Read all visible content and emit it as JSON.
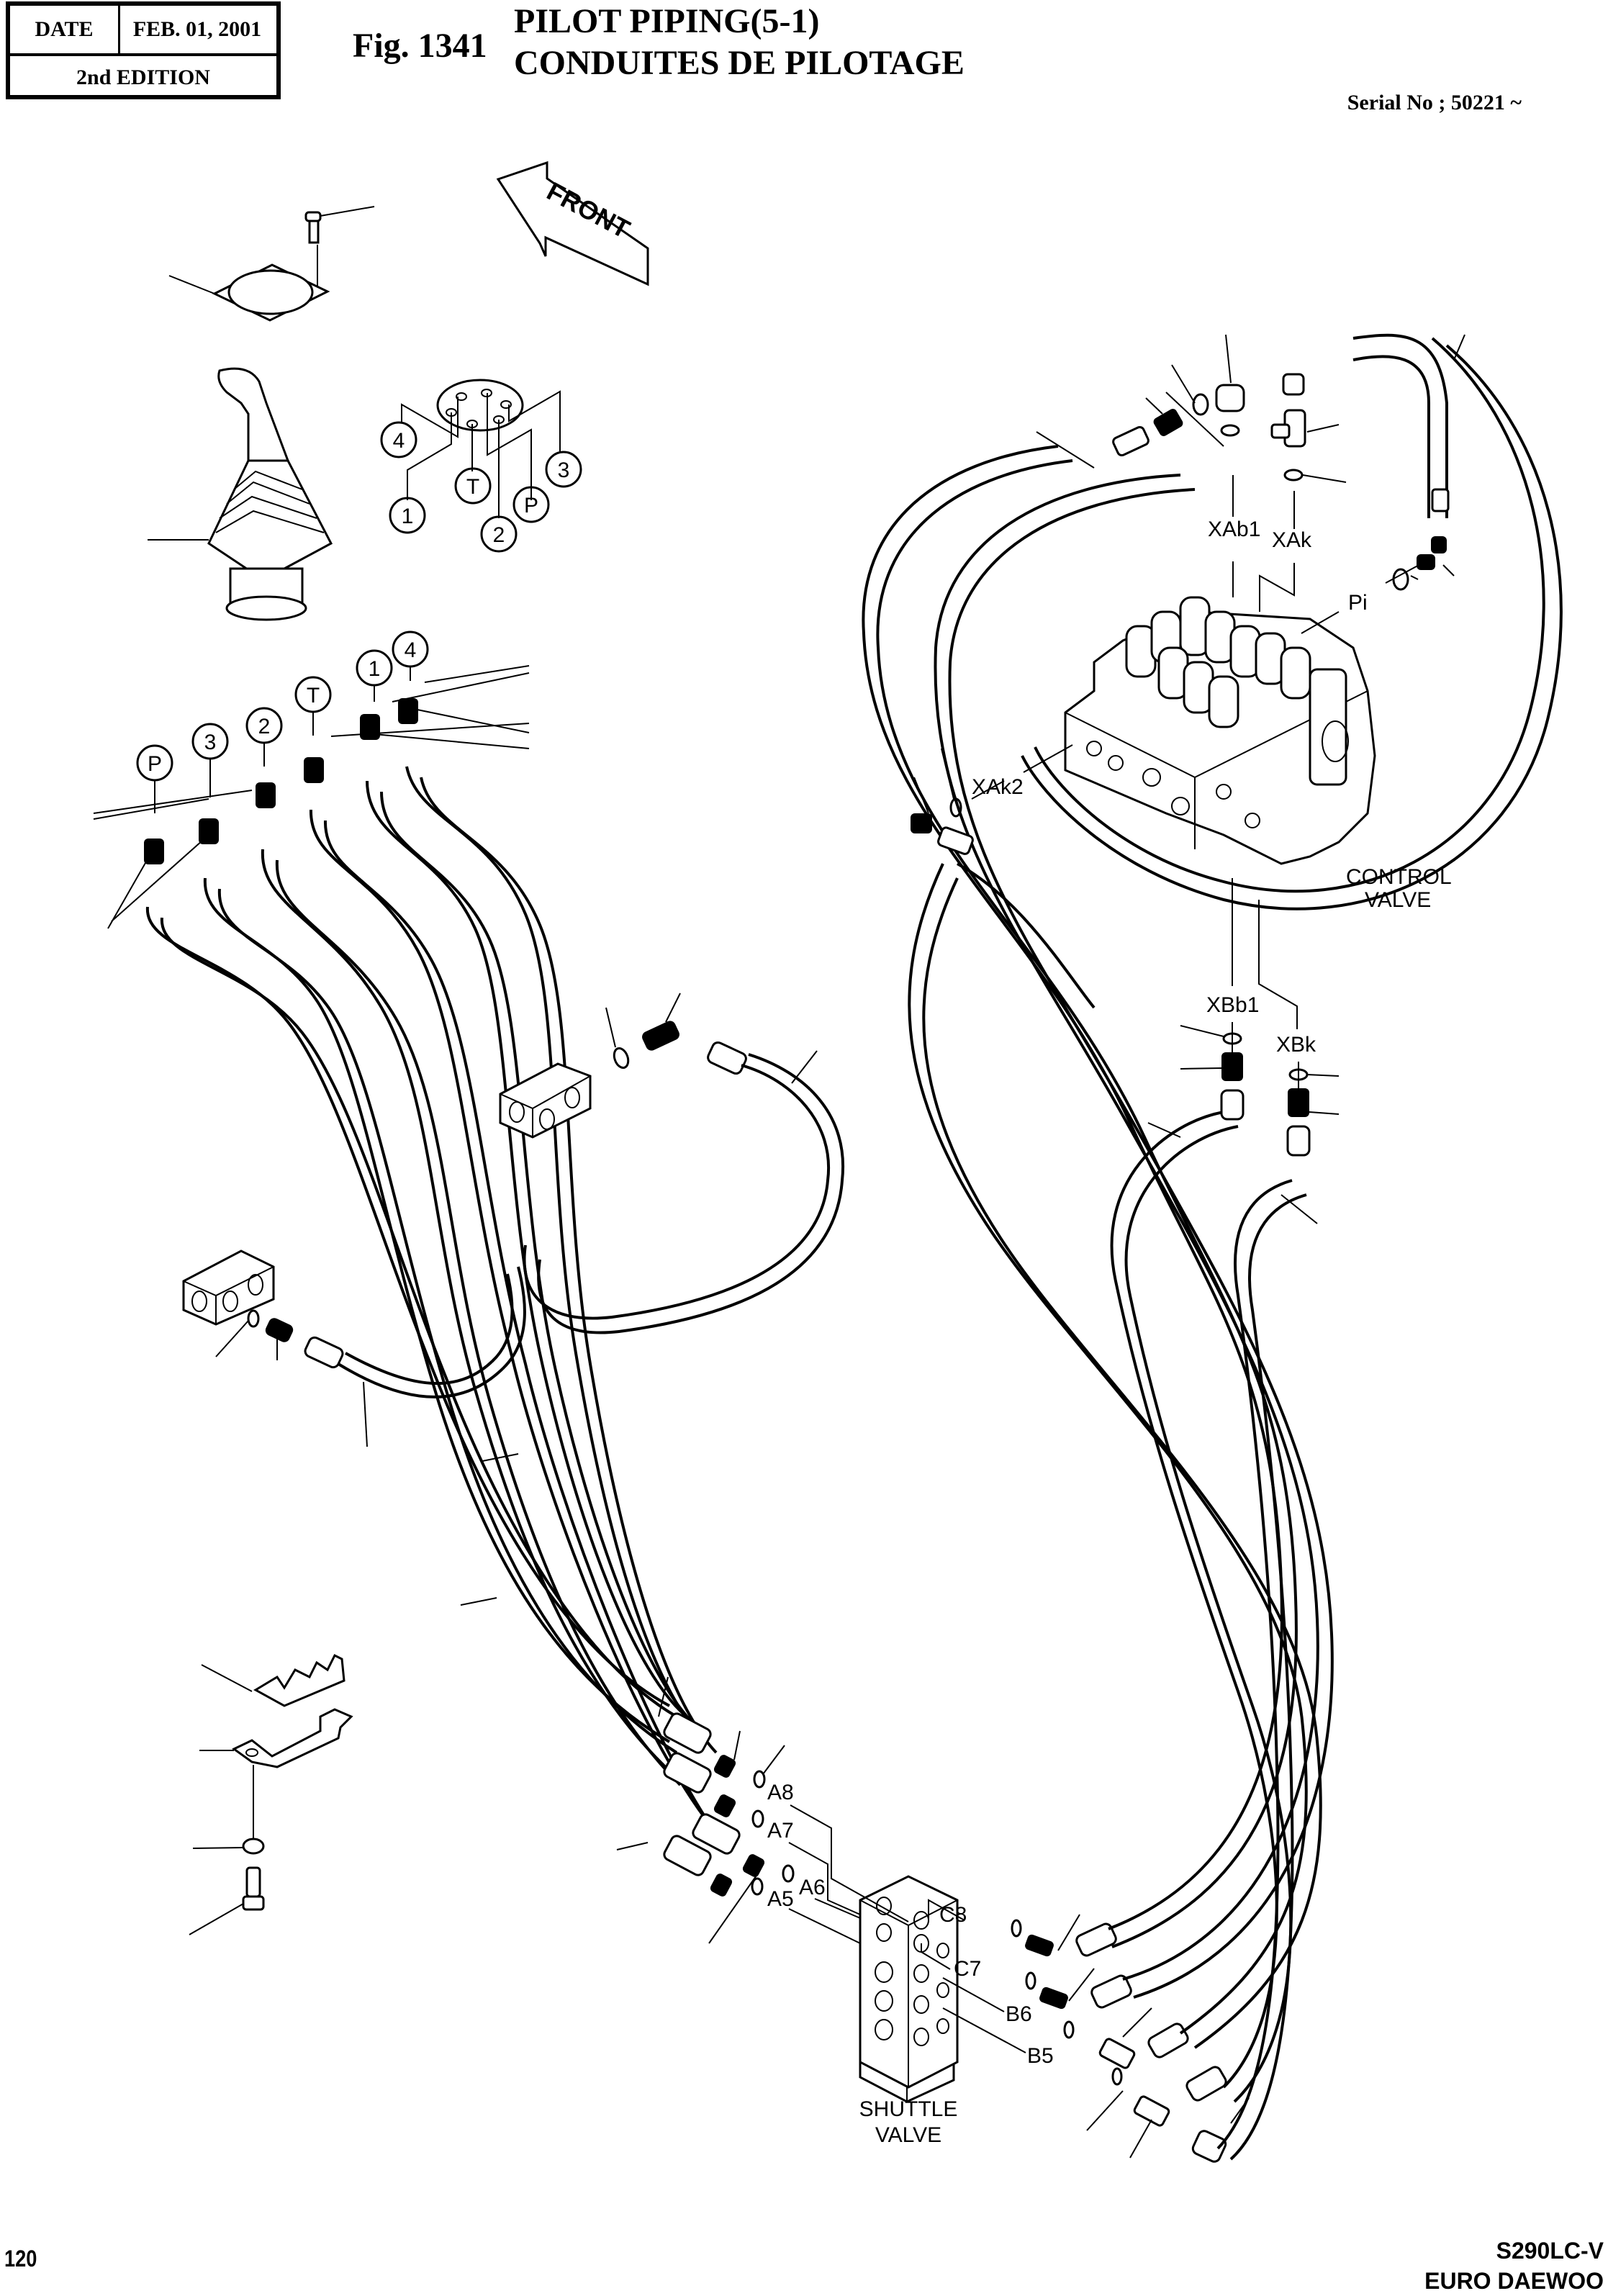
{
  "header": {
    "date_label": "DATE",
    "date_value": "FEB. 01, 2001",
    "edition": "2nd EDITION",
    "figure_number": "Fig. 1341",
    "title_en": "PILOT PIPING(5-1)",
    "title_fr": "CONDUITES DE PILOTAGE",
    "serial": "Serial No ; 50221 ~"
  },
  "footer": {
    "page_number": "120",
    "model": "S290LC-V",
    "brand": "EURO DAEWOO"
  },
  "diagram": {
    "front_arrow": "FRONT",
    "joystick_ports": [
      "4",
      "T",
      "1",
      "2",
      "P",
      "3"
    ],
    "fitting_ports": [
      "P",
      "3",
      "2",
      "T",
      "1",
      "4"
    ],
    "control_valve_label_1": "CONTROL",
    "control_valve_label_2": "VALVE",
    "control_valve_ports": [
      "XAb1",
      "XAk",
      "Pi",
      "XAk2",
      "XBb1",
      "XBk"
    ],
    "shuttle_valve_label_1": "SHUTTLE",
    "shuttle_valve_label_2": "VALVE",
    "shuttle_ports": [
      "A8",
      "A7",
      "A6",
      "A5",
      "C8",
      "C7",
      "B6",
      "B5"
    ]
  }
}
